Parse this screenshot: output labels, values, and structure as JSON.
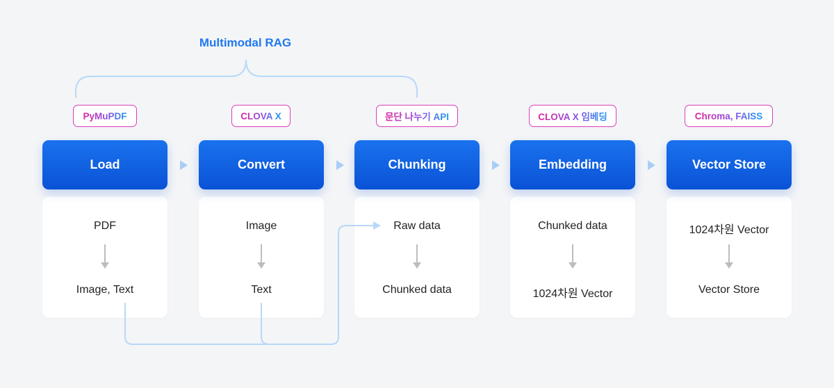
{
  "bracket_label": "Multimodal RAG",
  "stages": [
    {
      "tool": "PyMuPDF",
      "name": "Load",
      "input": "PDF",
      "output": "Image, Text"
    },
    {
      "tool": "CLOVA X",
      "name": "Convert",
      "input": "Image",
      "output": "Text"
    },
    {
      "tool": "문단 나누기 API",
      "name": "Chunking",
      "input": "Raw data",
      "output": "Chunked data"
    },
    {
      "tool": "CLOVA X 임베딩",
      "name": "Embedding",
      "input": "Chunked data",
      "output": "1024차원 Vector"
    },
    {
      "tool": "Chroma, FAISS",
      "name": "Vector Store",
      "input": "1024차원 Vector",
      "output": "Vector Store"
    }
  ],
  "colors": {
    "background": "#f4f5f7",
    "stage_header": "#0a5ee0",
    "bracket_label": "#1f78f0",
    "connector": "#b7d8f8",
    "badge_border": "#d93fb8",
    "card_arrow": "#bdbdbd"
  }
}
